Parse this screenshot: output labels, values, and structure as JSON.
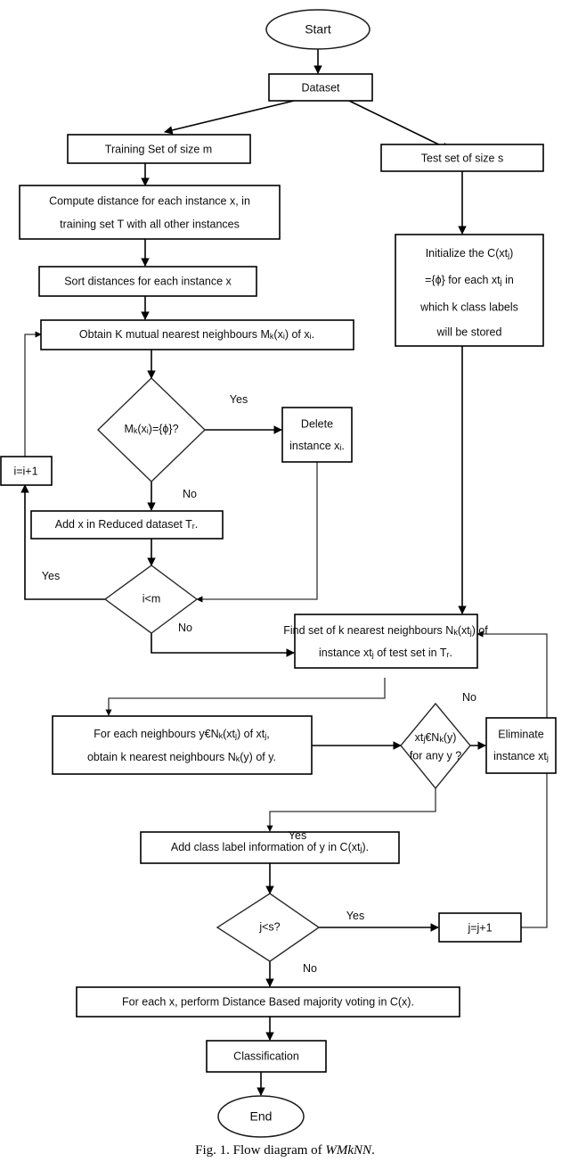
{
  "figure": {
    "caption_prefix": "Fig. 1. Flow diagram of ",
    "caption_italic": "WMkNN",
    "caption_suffix": "."
  },
  "diagram": {
    "type": "flowchart",
    "title": "Flow diagram of WMkNN",
    "nodes": [
      {
        "id": "start",
        "shape": "terminator",
        "label": "Start"
      },
      {
        "id": "dataset",
        "shape": "process",
        "label": "Dataset"
      },
      {
        "id": "train_set",
        "shape": "process",
        "label": "Training Set of size m"
      },
      {
        "id": "test_set",
        "shape": "process",
        "label": "Test set of size s"
      },
      {
        "id": "compute",
        "shape": "process",
        "line1": "Compute distance for each instance x, in",
        "line2": "training set T with all other instances"
      },
      {
        "id": "sort",
        "shape": "process",
        "label": "Sort distances for each instance x"
      },
      {
        "id": "init_c",
        "shape": "process",
        "line1": "Initialize the C(xt",
        "line1_sub": "j",
        "line1_end": ")",
        "line2": "={ϕ} for each xt",
        "line2_sub": "j",
        "line2_end": " in",
        "line3": "which k class labels",
        "line4": "will be stored"
      },
      {
        "id": "obtain_mnn",
        "shape": "process",
        "pre": "Obtain K mutual nearest neighbours M",
        "sub1": "k",
        "mid": "(x",
        "sub2": "i",
        "post": ") of x",
        "sub3": "i",
        "end": "."
      },
      {
        "id": "dec_empty",
        "shape": "decision",
        "pre": "M",
        "sub1": "k",
        "mid": "(x",
        "sub2": "i",
        "post": ")={ϕ}?"
      },
      {
        "id": "delete",
        "shape": "process",
        "line1": "Delete",
        "line2": "instance x",
        "line2_sub": "i",
        "line2_end": "."
      },
      {
        "id": "add_x",
        "shape": "process",
        "pre": "Add x in Reduced dataset T",
        "sub1": "r",
        "end": "."
      },
      {
        "id": "i_inc",
        "shape": "process",
        "label": "i=i+1"
      },
      {
        "id": "dec_i_lt_m",
        "shape": "decision",
        "label": "i<m"
      },
      {
        "id": "find_knn",
        "shape": "process",
        "l1a": "Find set of k nearest neighbours N",
        "l1sub": "k",
        "l1b": "(xt",
        "l1sub2": "j",
        "l1c": ") of",
        "l2a": "instance xt",
        "l2sub": "j",
        "l2b": " of test set in T",
        "l2sub2": "r",
        "l2c": "."
      },
      {
        "id": "for_each_y",
        "shape": "process",
        "l1a": "For each neighbours y€N",
        "l1sub": "k",
        "l1b": "(xt",
        "l1sub2": "j",
        "l1c": ") of xt",
        "l1sub3": "j",
        "l1d": ",",
        "l2a": "obtain k nearest neighbours N",
        "l2sub": "k",
        "l2b": "(y) of y."
      },
      {
        "id": "dec_mutual",
        "shape": "decision",
        "l1a": "xt",
        "l1sub": "j",
        "l1b": "€N",
        "l1sub2": "k",
        "l1c": "(y)",
        "l2": "for any y ?"
      },
      {
        "id": "eliminate",
        "shape": "process",
        "line1": "Eliminate",
        "line2": "instance xt",
        "line2_sub": "j"
      },
      {
        "id": "add_class",
        "shape": "process",
        "pre": "Add class label information of y in C(xt",
        "sub1": "j",
        "end": ")."
      },
      {
        "id": "dec_j_lt_s",
        "shape": "decision",
        "label": "j<s?"
      },
      {
        "id": "j_inc",
        "shape": "process",
        "label": "j=j+1"
      },
      {
        "id": "vote",
        "shape": "process",
        "label": "For each x, perform Distance Based majority voting in C(x)."
      },
      {
        "id": "classify",
        "shape": "process",
        "label": "Classification"
      },
      {
        "id": "end",
        "shape": "terminator",
        "label": "End"
      }
    ],
    "edge_labels": {
      "empty_yes": "Yes",
      "empty_no": "No",
      "i_lt_m_yes": "Yes",
      "i_lt_m_no": "No",
      "mutual_no": "No",
      "mutual_yes": "Yes",
      "j_lt_s_yes": "Yes",
      "j_lt_s_no": "No"
    },
    "colors": {
      "background": "#ffffff",
      "stroke": "#000000",
      "text": "#0d0d0d"
    }
  }
}
